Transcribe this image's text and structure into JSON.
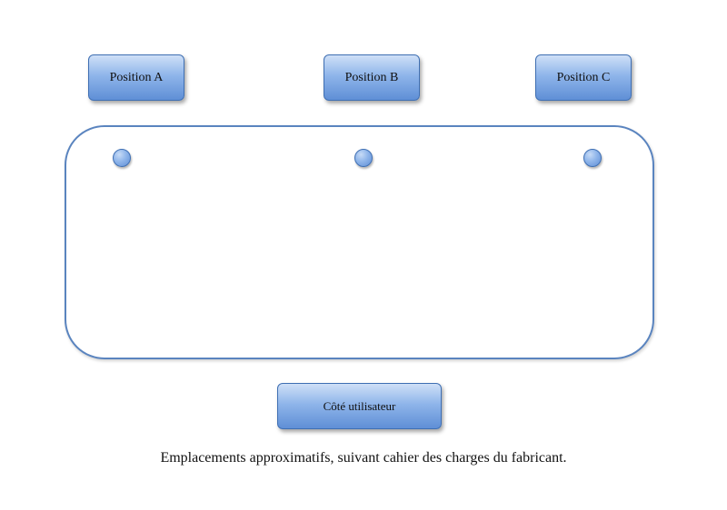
{
  "positions": {
    "a_label": "Position A",
    "b_label": "Position B",
    "c_label": "Position C"
  },
  "user_side_label": "Côté utilisateur",
  "caption": "Emplacements approximatifs, suivant cahier des charges du fabricant.",
  "colors": {
    "box_fill": "#8fb5ea",
    "box_border": "#3f6fb3",
    "outline": "#5a84bf"
  }
}
